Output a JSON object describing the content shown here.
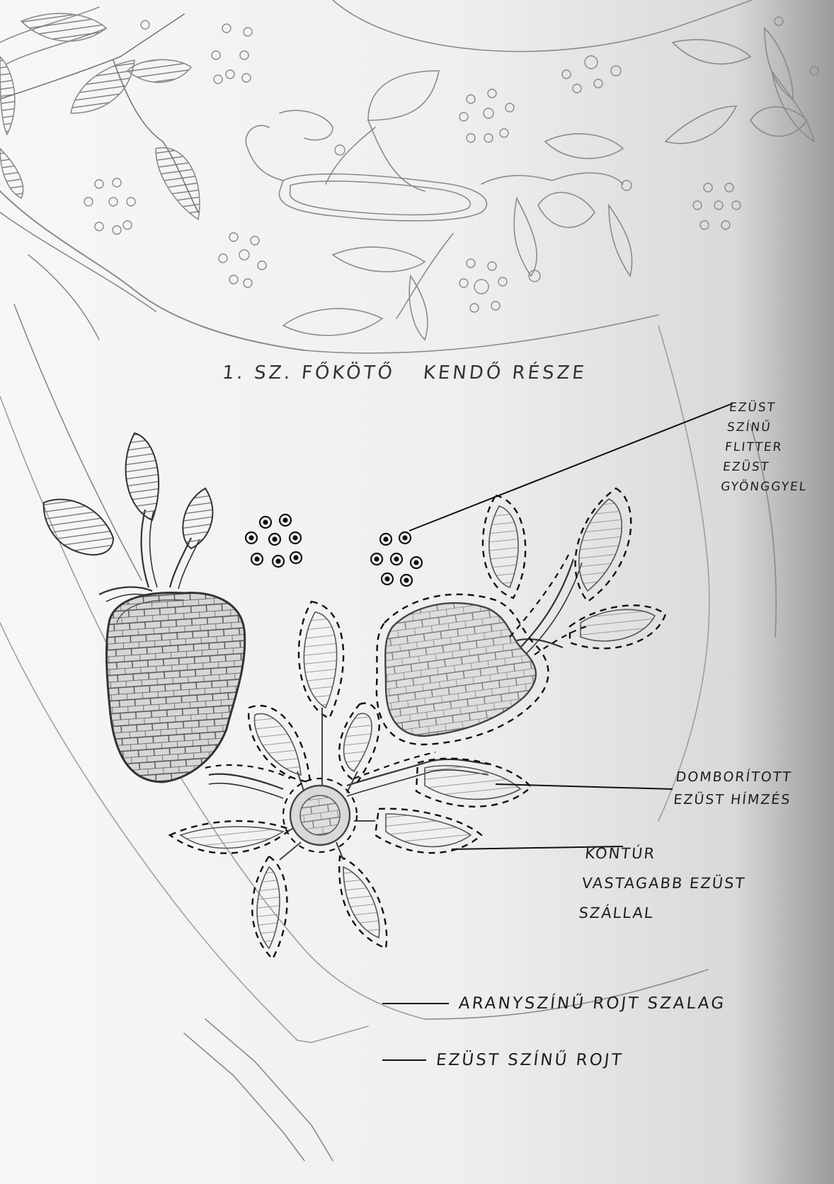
{
  "sheet": {
    "caption_left": "1. SZ. FŐKÖTŐ",
    "caption_right": "KENDŐ RÉSZE"
  },
  "annotations": {
    "silver_sequins": [
      "EZÜST",
      "SZÍNŰ",
      "FLITTER",
      "EZÜST",
      "GYÖNGGYEL"
    ],
    "relief_embroidery": [
      "DOMBORÍTOTT",
      "EZÜST HÍMZÉS"
    ],
    "contour_thread": [
      "KONTÚR",
      "VASTAGABB EZÜST",
      "SZÁLLAL"
    ]
  },
  "legend": {
    "gold_fringe": "ARANYSZÍNŰ ROJT SZALAG",
    "silver_fringe": "EZÜST SZÍNŰ ROJT"
  },
  "colors": {
    "pencil": "#8a8a8a",
    "ink": "#1e1e1e",
    "paper": "#f2f2f2"
  }
}
